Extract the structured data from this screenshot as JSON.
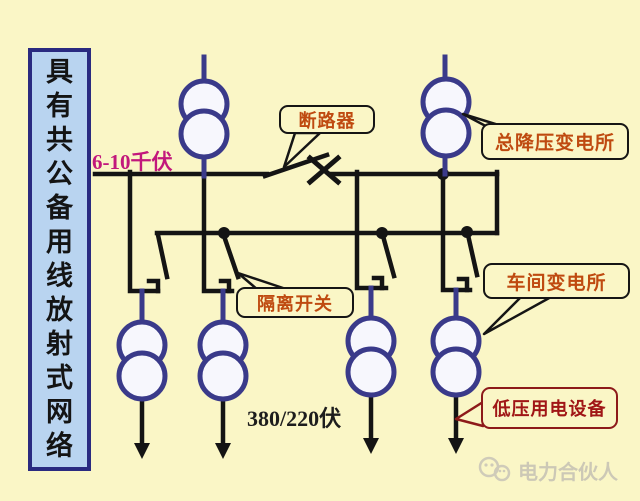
{
  "sidebar": {
    "title": "具有共公备用线放射式网络",
    "chars": [
      "具",
      "有",
      "共",
      "公",
      "备",
      "用",
      "线",
      "放",
      "射",
      "式",
      "网",
      "络"
    ]
  },
  "labels": {
    "hv_voltage": "6-10千伏",
    "breaker": "断路器",
    "main_substation": "总降压变电所",
    "isolator": "隔离开关",
    "workshop_substation": "车间变电所",
    "lv_voltage": "380/220伏",
    "lv_equipment": "低压用电设备"
  },
  "watermark": {
    "text": "电力合伙人",
    "icon": "wechat-icon"
  },
  "colors": {
    "background": "#faf6c6",
    "line": "#141414",
    "transformer_stroke": "#3a3a8a",
    "sidebar_fill": "#b9d4f0",
    "sidebar_border": "#2a2a80",
    "callout_text": "#bf4a10",
    "hv_text": "#c2187c",
    "lv_equipment_text": "#a01616",
    "lv_equipment_border": "#8d1a1a",
    "watermark_text": "#ccc8b6"
  }
}
